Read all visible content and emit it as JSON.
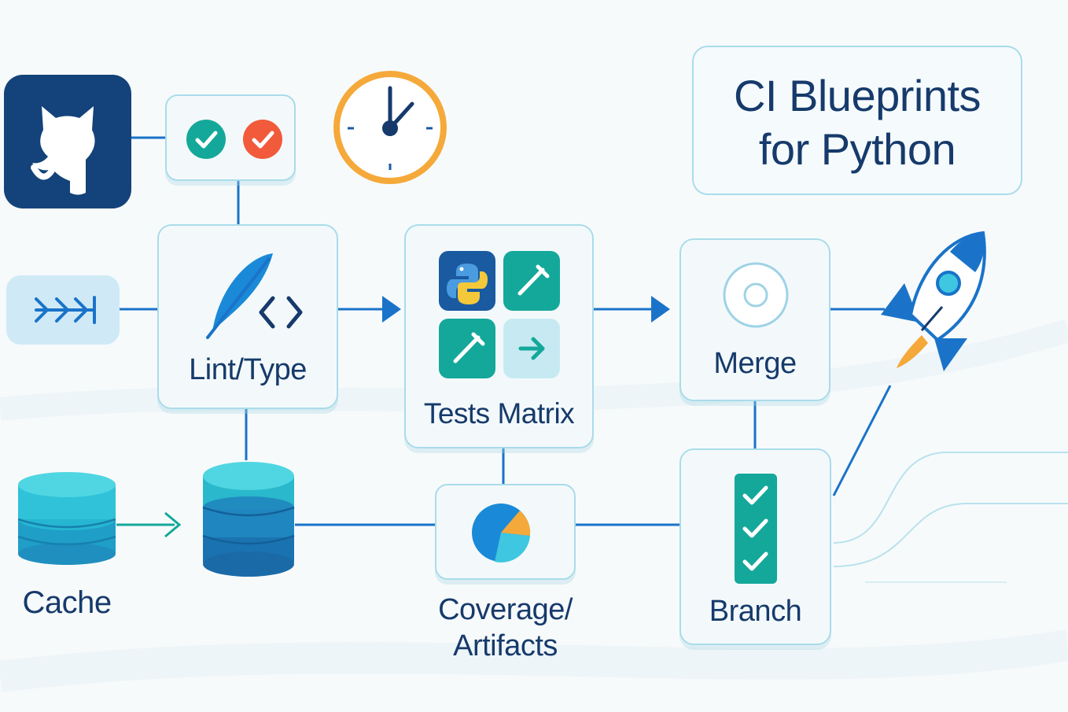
{
  "title": {
    "line1": "CI Blueprints",
    "line2": "for Python"
  },
  "nodes": {
    "lint": {
      "label": "Lint/Type"
    },
    "tests": {
      "label": "Tests Matrix"
    },
    "merge": {
      "label": "Merge"
    },
    "cache": {
      "label": "Cache"
    },
    "coverage": {
      "line1": "Coverage/",
      "line2": "Artifacts"
    },
    "branch": {
      "label": "Branch"
    }
  },
  "icons": {
    "repo": "github-octocat-icon",
    "status": "status-checks-icon",
    "schedule": "clock-icon",
    "trigger": "trigger-arrows-icon",
    "lint": "feather-code-icon",
    "tests": "python-matrix-icon",
    "merge": "merge-target-icon",
    "cache": "database-icon",
    "coverage": "pie-chart-icon",
    "branch": "checklist-icon",
    "deploy": "rocket-icon"
  },
  "colors": {
    "navy": "#163a6b",
    "border": "#a9dcea",
    "line": "#1a73c9",
    "teal": "#14a89a",
    "orange": "#f5a93a",
    "red": "#f15a3a"
  }
}
